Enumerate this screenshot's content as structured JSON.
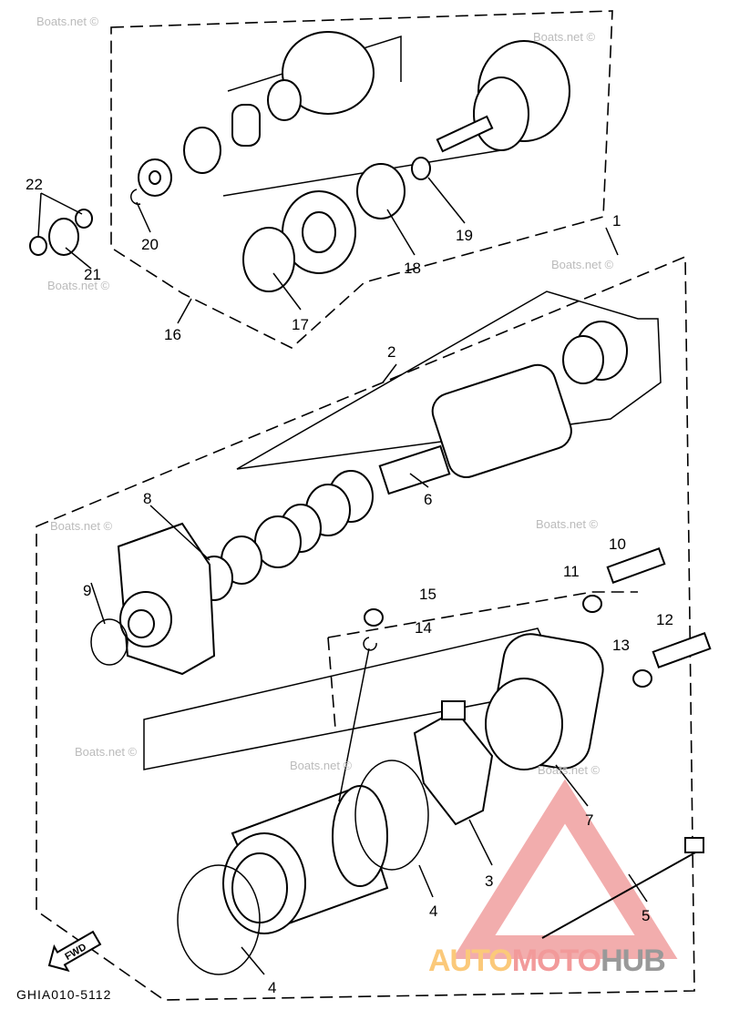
{
  "diagram": {
    "code": "GHIA010-5112",
    "fwd_label": "FWD",
    "watermark": "Boats.net ©",
    "logo": {
      "part1": "AUTO",
      "part2": "MOTO",
      "part3": "HUB",
      "colors": [
        "#fbc97a",
        "#f29a9a",
        "#999999"
      ]
    },
    "callouts": {
      "c1": "1",
      "c2": "2",
      "c3": "3",
      "c4a": "4",
      "c4b": "4",
      "c5": "5",
      "c6": "6",
      "c7": "7",
      "c8": "8",
      "c9": "9",
      "c10": "10",
      "c11": "11",
      "c12": "12",
      "c13": "13",
      "c14": "14",
      "c15": "15",
      "c16": "16",
      "c17": "17",
      "c18": "18",
      "c19": "19",
      "c20": "20",
      "c21": "21",
      "c22": "22"
    }
  }
}
